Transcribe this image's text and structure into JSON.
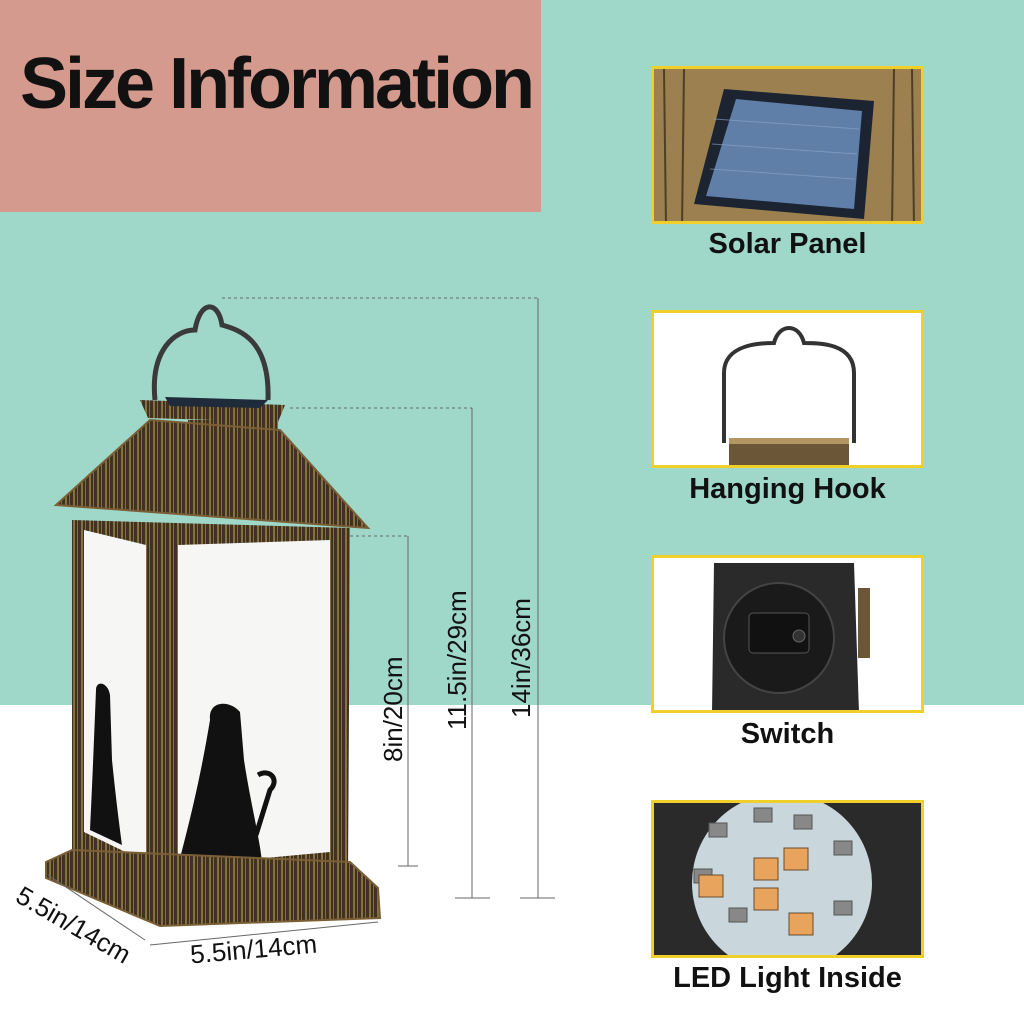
{
  "title": "Size Information",
  "dimensions": {
    "height_total": "14in/36cm",
    "height_body": "11.5in/29cm",
    "height_window": "8in/20cm",
    "width_front": "5.5in/14cm",
    "width_side": "5.5in/14cm"
  },
  "features": [
    {
      "label": "Solar Panel",
      "icon": "solar-panel"
    },
    {
      "label": "Hanging Hook",
      "icon": "hanging-hook"
    },
    {
      "label": "Switch",
      "icon": "switch"
    },
    {
      "label": "LED Light Inside",
      "icon": "led-board"
    }
  ],
  "colors": {
    "teal": "#9fd8c9",
    "salmon": "#d59a8e",
    "frame_yellow": "#f1cf2a",
    "bronze": "#6b5637"
  }
}
